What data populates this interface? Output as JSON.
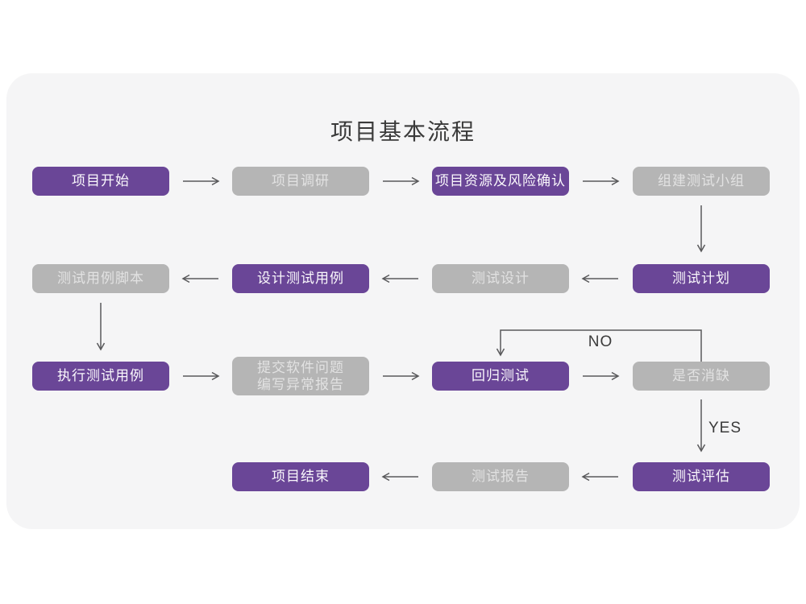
{
  "title": "项目基本流程",
  "colors": {
    "accent_purple": "#6a4697",
    "node_gray": "#b5b5b5",
    "panel_background": "#f5f5f6",
    "connector_line": "#59595b"
  },
  "branch_labels": {
    "no": "NO",
    "yes": "YES"
  },
  "nodes": [
    {
      "id": "project-start",
      "label": "项目开始",
      "style": "purple"
    },
    {
      "id": "project-research",
      "label": "项目调研",
      "style": "gray"
    },
    {
      "id": "resources-and-risk-confirm",
      "label": "项目资源及风险确认",
      "style": "purple"
    },
    {
      "id": "build-test-team",
      "label": "组建测试小组",
      "style": "gray"
    },
    {
      "id": "test-plan",
      "label": "测试计划",
      "style": "purple"
    },
    {
      "id": "test-design",
      "label": "测试设计",
      "style": "gray"
    },
    {
      "id": "design-test-cases",
      "label": "设计测试用例",
      "style": "purple"
    },
    {
      "id": "test-case-script",
      "label": "测试用例脚本",
      "style": "gray"
    },
    {
      "id": "execute-test-cases",
      "label": "执行测试用例",
      "style": "purple"
    },
    {
      "id": "submit-issue-report",
      "label": "提交软件问题",
      "label2": "编写异常报告",
      "style": "gray"
    },
    {
      "id": "regression-test",
      "label": "回归测试",
      "style": "purple"
    },
    {
      "id": "defect-cleared",
      "label": "是否消缺",
      "style": "gray"
    },
    {
      "id": "test-evaluation",
      "label": "测试评估",
      "style": "purple"
    },
    {
      "id": "test-report",
      "label": "测试报告",
      "style": "gray"
    },
    {
      "id": "project-end",
      "label": "项目结束",
      "style": "purple"
    }
  ]
}
